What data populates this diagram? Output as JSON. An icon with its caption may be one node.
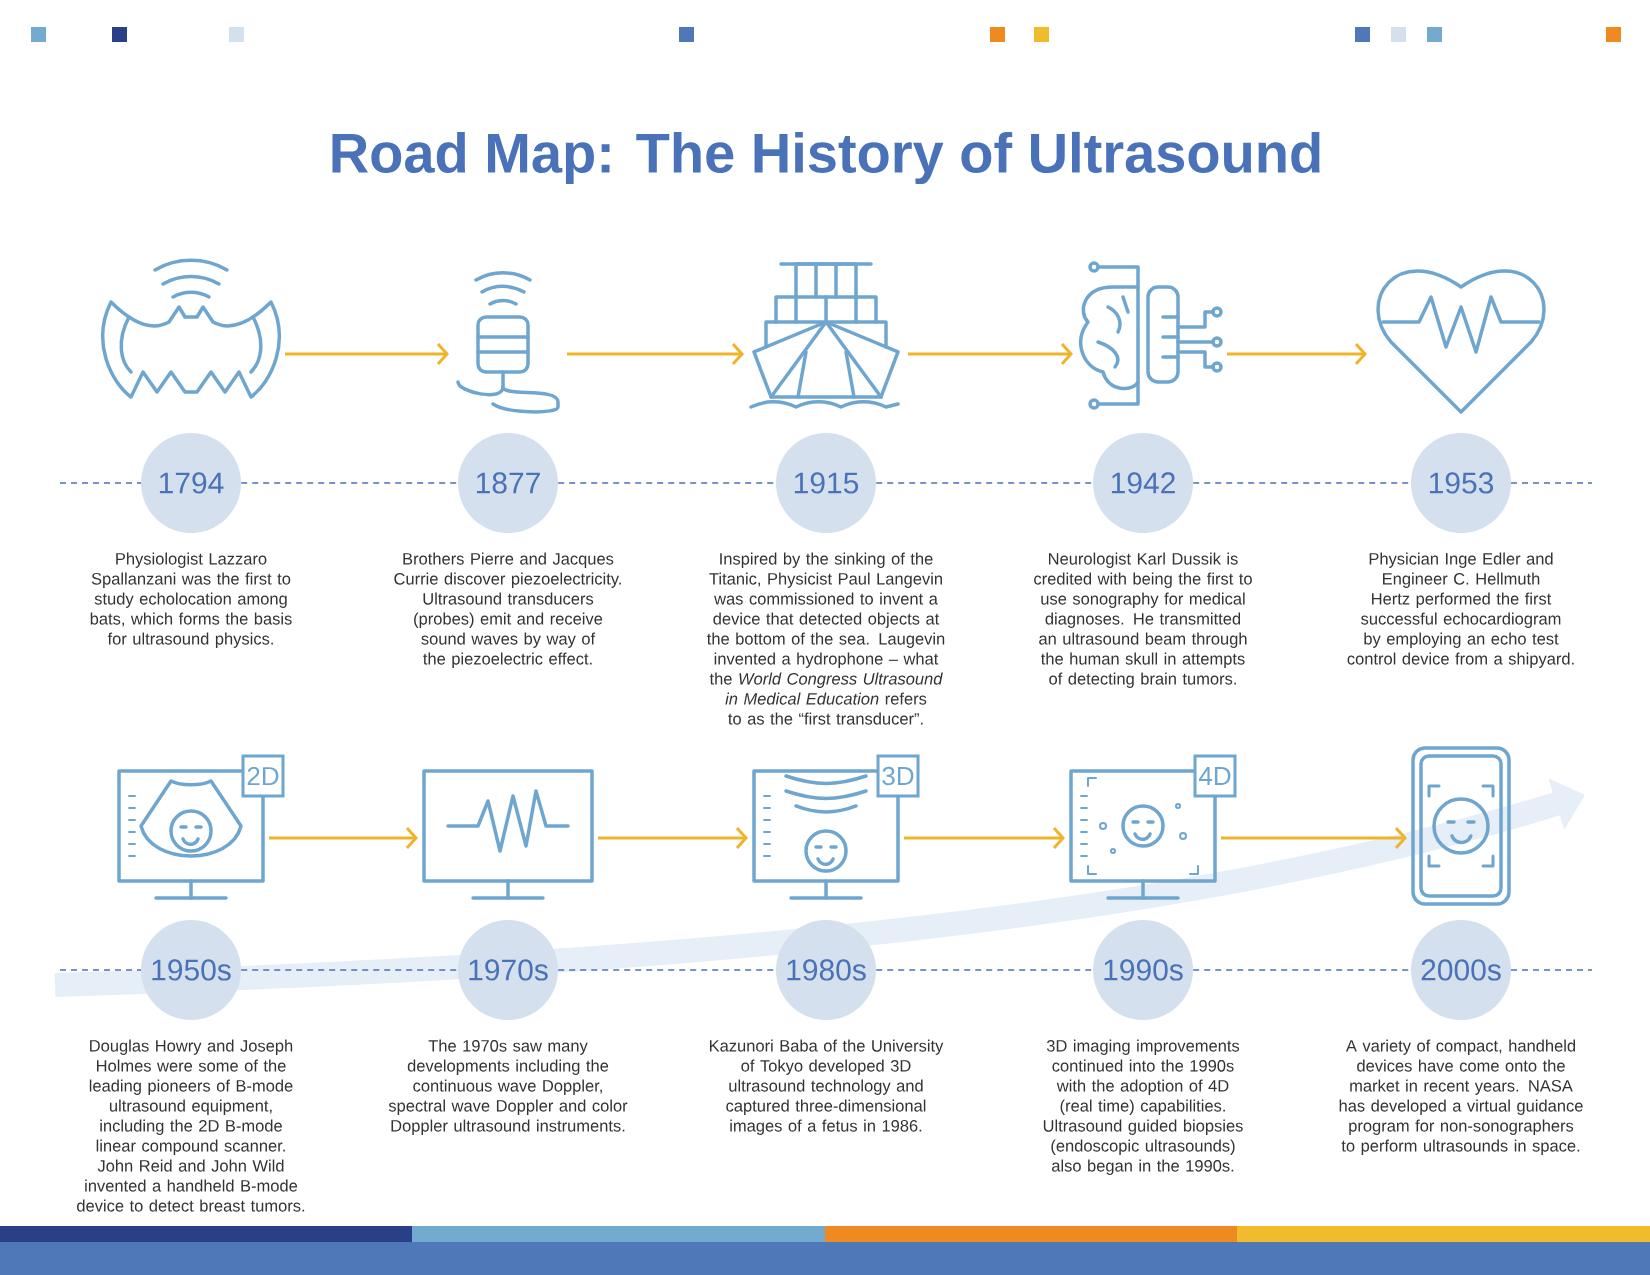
{
  "diagram": {
    "title": "Road Map: The History of Ultrasound",
    "nodes": [
      {
        "text": [],
        "shape": "picture"
      },
      {
        "text": [
          "1794"
        ],
        "beside": [
          "Physiologist Lazzaro Spallanzani was the first to study echolocation among bats, which forms the basis for ultrasound physics."
        ]
      },
      {
        "text": [],
        "shape": "picture"
      },
      {
        "text": [
          "1877"
        ],
        "beside": [
          "Brothers Pierre and Jacques Currie discover piezoelectricity. Ultrasound transducers (probes) emit and receive sound waves by way of the piezoelectric effect."
        ]
      },
      {
        "text": [],
        "shape": "picture"
      },
      {
        "text": [
          "1915"
        ],
        "beside": [
          "Inspired by the sinking of the Titanic, Physicist Paul Langevin was commissioned to invent a device that detected objects at the bottom of the sea. Laugevin invented a hydrophone – what the *World Congress Ultrasound in Medical Education* refers to as the “first transducer”."
        ]
      },
      {
        "text": [],
        "shape": "picture"
      },
      {
        "text": [
          "1942"
        ],
        "beside": [
          "Neurologist Karl Dussik is credited with being the first to use sonography for medical diagnoses. He transmitted an ultrasound beam through the human skull in attempts of detecting brain tumors."
        ]
      },
      {
        "text": [],
        "shape": "picture"
      },
      {
        "text": [
          "1953"
        ],
        "beside": [
          "Physician Inge Edler and Engineer C. Hellmuth Hertz performed the first successful echocardiogram by employing an echo test control device from a shipyard."
        ]
      },
      {
        "text": [],
        "shape": "picture"
      },
      {
        "text": [
          "1950s"
        ],
        "beside": [
          "Douglas Howry and Joseph Holmes were some of the leading pioneers of B-mode ultrasound equipment, including the 2D B-mode linear compound scanner. John Reid and John Wild invented a handheld B-mode device to detect breast tumors."
        ]
      },
      {
        "text": [],
        "shape": "picture"
      },
      {
        "text": [
          "1970s"
        ],
        "beside": [
          "The 1970s saw many developments including the continuous wave Doppler, spectral wave Doppler and color Doppler ultrasound instruments."
        ]
      },
      {
        "text": [],
        "shape": "picture"
      },
      {
        "text": [
          "1980s"
        ],
        "beside": [
          "Kazunori Baba of the University of Tokyo developed 3D ultrasound technology and captured three-dimensional images of a fetus in 1986."
        ]
      },
      {
        "text": [],
        "shape": "picture"
      },
      {
        "text": [
          "1990s"
        ],
        "beside": [
          "3D imaging improvements continued into the 1990s with the adoption of 4D (real time) capabilities. Ultrasound guided biopsies (endoscopic ultrasounds) also began in the 1990s."
        ]
      },
      {
        "text": [],
        "shape": "picture"
      },
      {
        "text": [
          "2000s"
        ],
        "beside": [
          "A variety of compact, handheld devices have come onto the market in recent years. NASA has developed a virtual guidance program for non-sonographers to perform ultrasounds in space."
        ]
      }
    ],
    "edges": [
      {
        "from": 0,
        "to": 2,
        "arrow": "to"
      },
      {
        "from": 2,
        "to": 4,
        "arrow": "to"
      },
      {
        "from": 4,
        "to": 6,
        "arrow": "to"
      },
      {
        "from": 6,
        "to": 8,
        "arrow": "to"
      },
      {
        "from": 10,
        "to": 12,
        "arrow": "to"
      },
      {
        "from": 12,
        "to": 14,
        "arrow": "to"
      },
      {
        "from": 14,
        "to": 16,
        "arrow": "to"
      },
      {
        "from": 16,
        "to": 18,
        "arrow": "to"
      },
      {
        "from": 1,
        "to": 3,
        "arrow": "none",
        "style": "dashed",
        "color": "#4a72b8"
      },
      {
        "from": 3,
        "to": 5,
        "arrow": "none",
        "style": "dashed",
        "color": "#4a72b8"
      },
      {
        "from": 5,
        "to": 7,
        "arrow": "none",
        "style": "dashed",
        "color": "#4a72b8"
      },
      {
        "from": 7,
        "to": 9,
        "arrow": "none",
        "style": "dashed",
        "color": "#4a72b8"
      },
      {
        "from": 11,
        "to": 13,
        "arrow": "none",
        "style": "dashed",
        "color": "#4a72b8"
      },
      {
        "from": 13,
        "to": 15,
        "arrow": "none",
        "style": "dashed",
        "color": "#4a72b8"
      },
      {
        "from": 15,
        "to": 17,
        "arrow": "none",
        "style": "dashed",
        "color": "#4a72b8"
      },
      {
        "from": 17,
        "to": 19,
        "arrow": "none",
        "style": "dashed",
        "color": "#4a72b8"
      }
    ],
    "labels": [
      "2D",
      "3D",
      "4D"
    ]
  }
}
